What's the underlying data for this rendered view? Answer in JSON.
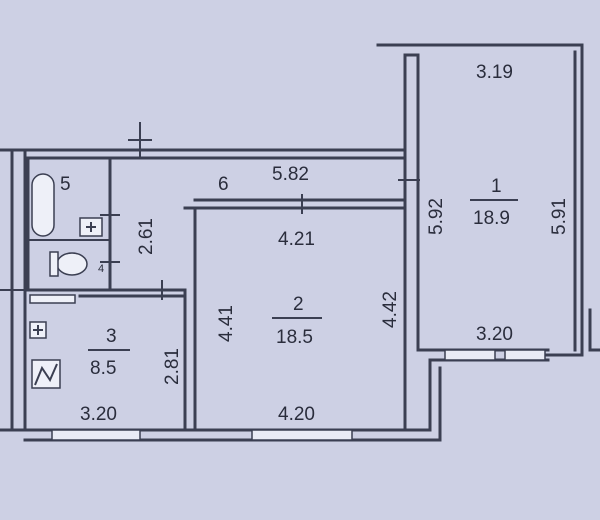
{
  "colors": {
    "background": "#cdd0e4",
    "wall": "#3b3f52",
    "text": "#2a2d3c"
  },
  "rooms": {
    "r1": {
      "number": "1",
      "area": "18.9"
    },
    "r2": {
      "number": "2",
      "area": "18.5"
    },
    "r3": {
      "number": "3",
      "area": "8.5"
    },
    "r5": {
      "number": "5"
    },
    "r6": {
      "number": "6"
    }
  },
  "dimensions": {
    "r1_top": "3.19",
    "r1_bottom": "3.20",
    "r1_left": "5.92",
    "r1_right": "5.91",
    "corridor_width": "5.82",
    "bath_height": "2.61",
    "r2_top": "4.21",
    "r2_bottom": "4.20",
    "r2_left": "4.41",
    "r2_right": "4.42",
    "r3_bottom": "3.20",
    "r3_right": "2.81"
  },
  "fixtures": {
    "toilet_number": "4"
  }
}
